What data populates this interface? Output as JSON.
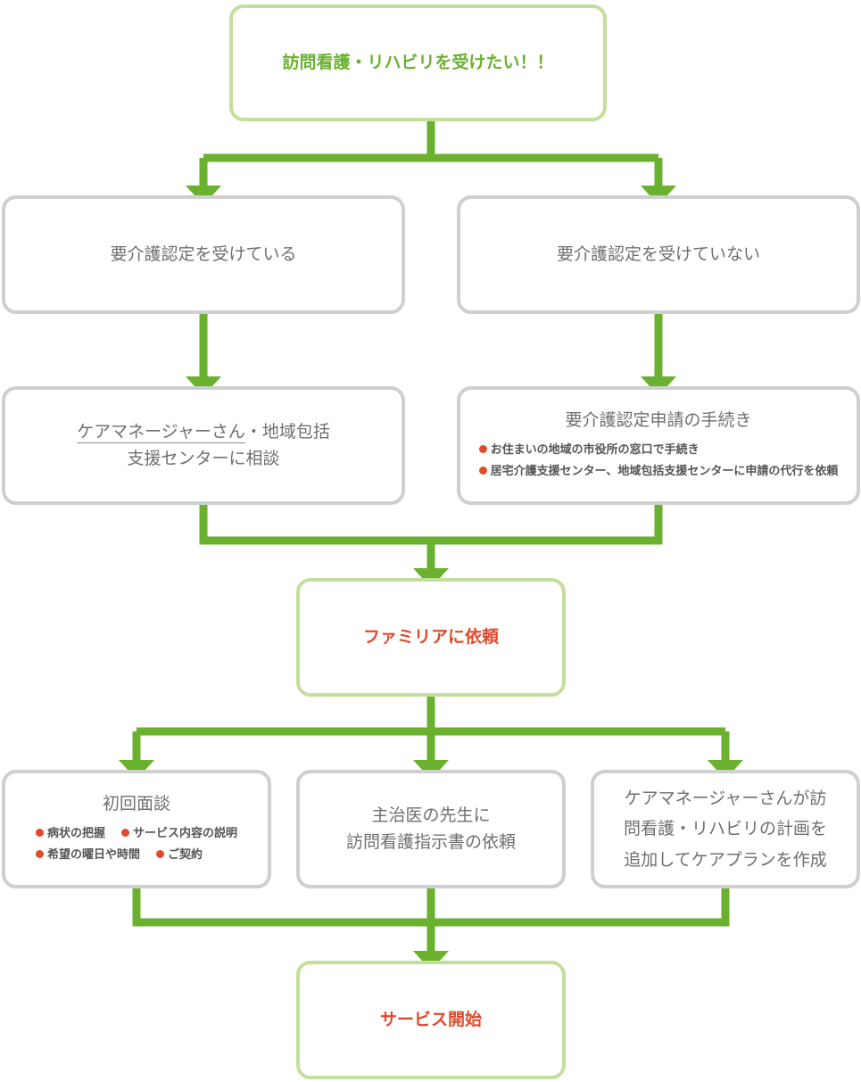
{
  "colors": {
    "connector": "#6ab12f",
    "green_border": "#c3df9c",
    "gray_border": "#cfcfcf",
    "accent_red": "#e14a2b",
    "text_gray": "#6f6f6f"
  },
  "nodes": {
    "start": {
      "label": "訪問看護・リハビリを受けたい！！"
    },
    "certified": {
      "label": "要介護認定を受けている"
    },
    "not_certified": {
      "label": "要介護認定を受けていない"
    },
    "consult": {
      "line1_underlined": "ケアマネージャーさん",
      "line1_rest": "・地域包括",
      "line2": "支援センターに相談"
    },
    "apply": {
      "title": "要介護認定申請の手続き",
      "bullets": [
        "お住まいの地域の市役所の窓口で手続き",
        "居宅介護支援センター、地域包括支援センターに申請の代行を依頼"
      ]
    },
    "request": {
      "label": "ファミリアに依頼"
    },
    "interview": {
      "title": "初回面談",
      "bullets": [
        "病状の把握",
        "サービス内容の説明",
        "希望の曜日や時間",
        "ご契約"
      ]
    },
    "doctor": {
      "line1": "主治医の先生に",
      "line2": "訪問看護指示書の依頼"
    },
    "careplan": {
      "line1": "ケアマネージャーさんが訪",
      "line2": "問看護・リハビリの計画を",
      "line3": "追加してケアプランを作成"
    },
    "service_start": {
      "label": "サービス開始"
    }
  }
}
